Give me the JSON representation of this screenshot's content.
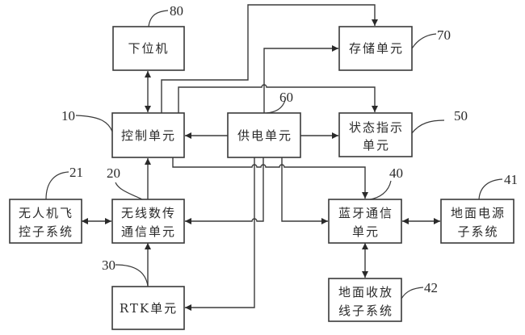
{
  "blocks": {
    "lower_computer": {
      "ref": "80",
      "lines": [
        "下位机"
      ]
    },
    "storage_unit": {
      "ref": "70",
      "lines": [
        "存储单元"
      ]
    },
    "control_unit": {
      "ref": "10",
      "lines": [
        "控制单元"
      ]
    },
    "power_supply_unit": {
      "ref": "60",
      "lines": [
        "供电单元"
      ]
    },
    "status_indicator_unit": {
      "ref": "50",
      "lines": [
        "状态指示",
        "单元"
      ]
    },
    "uav_flight_control": {
      "ref": "21",
      "lines": [
        "无人机飞",
        "控子系统"
      ]
    },
    "wireless_datalink_unit": {
      "ref": "20",
      "lines": [
        "无线数传",
        "通信单元"
      ]
    },
    "bluetooth_unit": {
      "ref": "40",
      "lines": [
        "蓝牙通信",
        "单元"
      ]
    },
    "ground_power_subsystem": {
      "ref": "41",
      "lines": [
        "地面电源",
        "子系统"
      ]
    },
    "rtk_unit": {
      "ref": "30",
      "lines": [
        "RTK单元"
      ]
    },
    "ground_reel_subsystem": {
      "ref": "42",
      "lines": [
        "地面收放",
        "线子系统"
      ]
    }
  },
  "connections": [
    {
      "from": "control_unit",
      "to": "lower_computer",
      "direction": "bidirectional"
    },
    {
      "from": "control_unit",
      "to": "storage_unit",
      "direction": "forward"
    },
    {
      "from": "power_supply_unit",
      "to": "storage_unit",
      "direction": "forward"
    },
    {
      "from": "control_unit",
      "to": "status_indicator_unit",
      "direction": "forward"
    },
    {
      "from": "power_supply_unit",
      "to": "control_unit",
      "direction": "forward"
    },
    {
      "from": "power_supply_unit",
      "to": "status_indicator_unit",
      "direction": "forward"
    },
    {
      "from": "control_unit",
      "to": "bluetooth_unit",
      "direction": "forward"
    },
    {
      "from": "power_supply_unit",
      "to": "wireless_datalink_unit",
      "direction": "forward"
    },
    {
      "from": "power_supply_unit",
      "to": "rtk_unit",
      "direction": "forward"
    },
    {
      "from": "power_supply_unit",
      "to": "bluetooth_unit",
      "direction": "forward"
    },
    {
      "from": "wireless_datalink_unit",
      "to": "control_unit",
      "direction": "forward"
    },
    {
      "from": "rtk_unit",
      "to": "wireless_datalink_unit",
      "direction": "forward"
    },
    {
      "from": "uav_flight_control",
      "to": "wireless_datalink_unit",
      "direction": "bidirectional"
    },
    {
      "from": "bluetooth_unit",
      "to": "ground_power_subsystem",
      "direction": "bidirectional"
    },
    {
      "from": "bluetooth_unit",
      "to": "ground_reel_subsystem",
      "direction": "bidirectional"
    }
  ]
}
